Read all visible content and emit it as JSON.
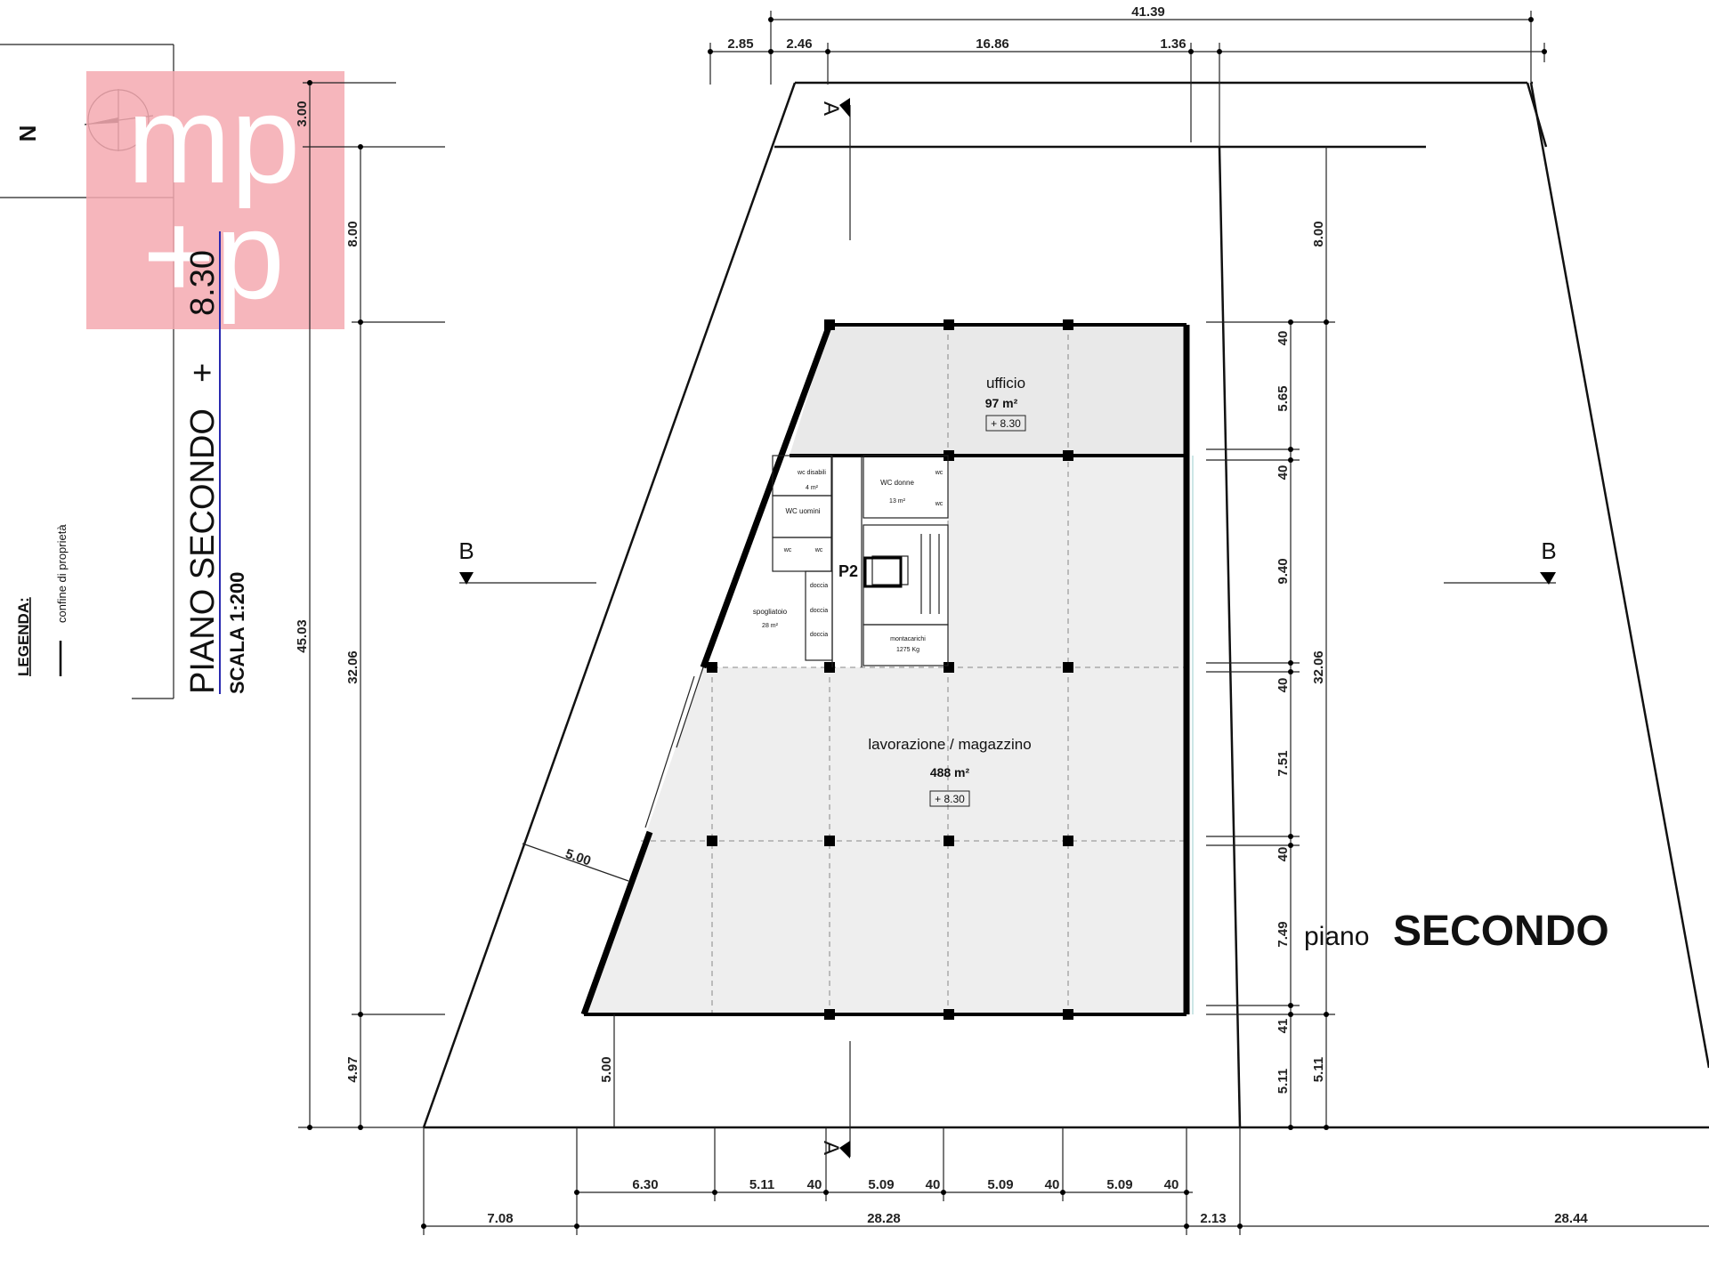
{
  "dimensions": {
    "top_total": "41.39",
    "top_a": "2.85",
    "top_b": "2.46",
    "top_c": "16.86",
    "top_d": "1.36",
    "left_3": "3.00",
    "left_8": "8.00",
    "left_45": "45.03",
    "left_32": "32.06",
    "left_497": "4.97",
    "left_500": "5.00",
    "right_8": "8.00",
    "right_3206": "32.06",
    "right_511": "5.11",
    "col_40a": "40",
    "col_565": "5.65",
    "col_40b": "40",
    "col_940": "9.40",
    "col_40c": "40",
    "col_751": "7.51",
    "col_40d": "40",
    "col_749": "7.49",
    "col_41": "41",
    "col_511": "5.11",
    "diag_500": "5.00",
    "bot_630": "6.30",
    "bot_511": "5.11",
    "bot_40a": "40",
    "bot_509a": "5.09",
    "bot_40b": "40",
    "bot_509b": "5.09",
    "bot_40c": "40",
    "bot_509c": "5.09",
    "bot_40d": "40",
    "bot_708": "7.08",
    "bot_2828": "28.28",
    "bot_213": "2.13",
    "bot_2844": "28.44"
  },
  "rooms": {
    "ufficio_name": "ufficio",
    "ufficio_area": "97 m²",
    "ufficio_level": "+ 8.30",
    "lav_name": "lavorazione / magazzino",
    "lav_area": "488 m²",
    "lav_level": "+ 8.30",
    "p2": "P2",
    "wc_disabili": "wc disabili",
    "wc_disabili_area": "4 m²",
    "wc_donne": "WC donne",
    "wc_donne_area": "13 m²",
    "wc_uomini": "WC uomini",
    "wc_small": "wc",
    "doccia": "doccia",
    "spogliatoio": "spogliatoio",
    "spogliatoio_area": "28 m²",
    "montacarichi": "montacarichi",
    "montacarichi_cap": "1275 Kg"
  },
  "sections": {
    "a": "A",
    "b": "B"
  },
  "title": {
    "piano": "PIANO SECONDO",
    "plus": "+",
    "level": "8.30",
    "scala": "SCALA 1:200",
    "big_piano": "piano",
    "big_secondo": "SECONDO"
  },
  "legend": {
    "heading": "LEGENDA:",
    "item": "confine di proprietà"
  },
  "north": "N",
  "logo": {
    "line1": "mp",
    "line2": "+p",
    "color": "#f4a9b0"
  }
}
